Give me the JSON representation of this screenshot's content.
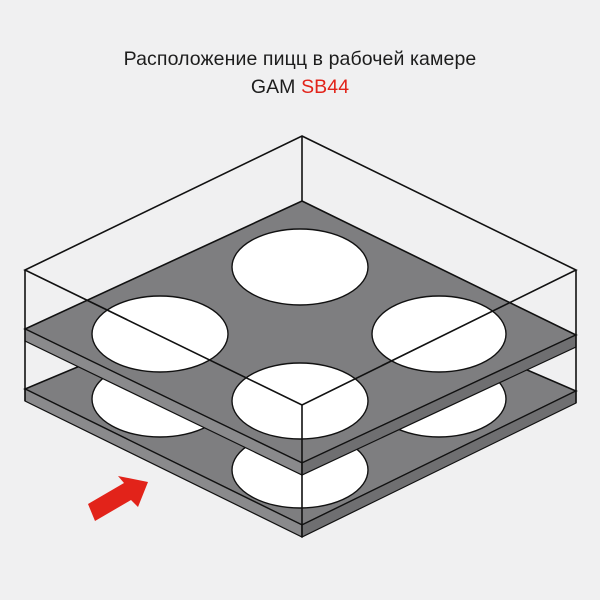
{
  "title": {
    "line1": "Расположение пицц в рабочей камере",
    "brand": "GAM",
    "model": "SB44"
  },
  "colors": {
    "background": "#f0f0f1",
    "tray": "#7e7e80",
    "pizza": "#ffffff",
    "outline": "#111111",
    "accent": "#e2231a"
  },
  "levels": [
    {
      "pizzas": 4
    },
    {
      "pizzas": 4
    }
  ],
  "icons": {
    "arrow": "front-arrow-icon"
  }
}
